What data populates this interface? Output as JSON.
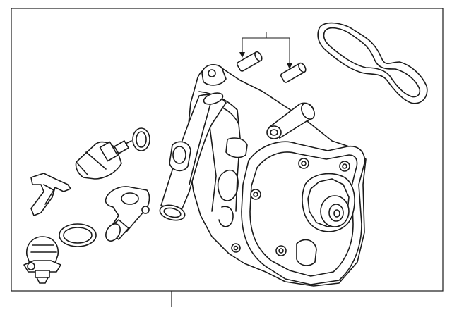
{
  "diagram": {
    "background_color": "#ffffff",
    "frame_color": "#1a1a1a",
    "parts": [
      {
        "name": "housing-bolt-pins"
      },
      {
        "name": "gasket"
      },
      {
        "name": "water-pump-housing"
      },
      {
        "name": "temperature-sensor"
      },
      {
        "name": "sensor-o-ring"
      },
      {
        "name": "retaining-clip"
      },
      {
        "name": "coolant-flange"
      },
      {
        "name": "flange-o-ring"
      },
      {
        "name": "thermostat"
      }
    ]
  }
}
